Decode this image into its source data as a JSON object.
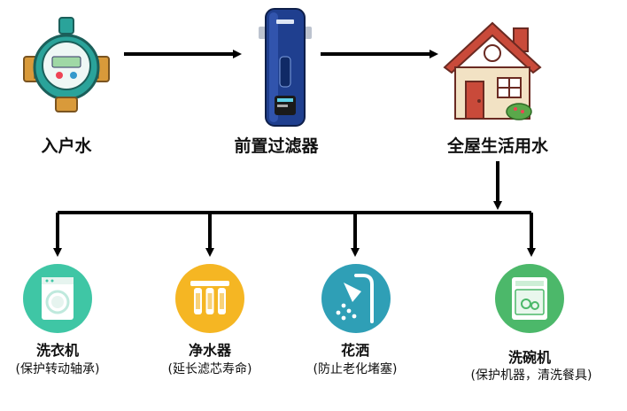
{
  "top_flow": {
    "inlet": {
      "label": "入户水",
      "icon": "water-meter-icon"
    },
    "prefilter": {
      "label": "前置过滤器",
      "icon": "pre-filter-device-icon"
    },
    "house": {
      "label": "全屋生活用水",
      "icon": "house-icon"
    }
  },
  "appliances": [
    {
      "title": "洗衣机",
      "subtitle": "(保护转动轴承)",
      "icon": "washing-machine-icon",
      "color": "#3fc6a5"
    },
    {
      "title": "净水器",
      "subtitle": "(延长滤芯寿命)",
      "icon": "water-purifier-icon",
      "color": "#f5b623"
    },
    {
      "title": "花洒",
      "subtitle": "(防止老化堵塞)",
      "icon": "shower-head-icon",
      "color": "#2f9fb6"
    },
    {
      "title": "洗碗机",
      "subtitle": "(保护机器，清洗餐具)",
      "icon": "dishwasher-icon",
      "color": "#4cb86a"
    }
  ],
  "colors": {
    "arrow": "#000000",
    "meter_body": "#2aa39a",
    "filter_body": "#1f3f8f",
    "roof": "#c94a3a",
    "wall": "#f2e2c4"
  }
}
